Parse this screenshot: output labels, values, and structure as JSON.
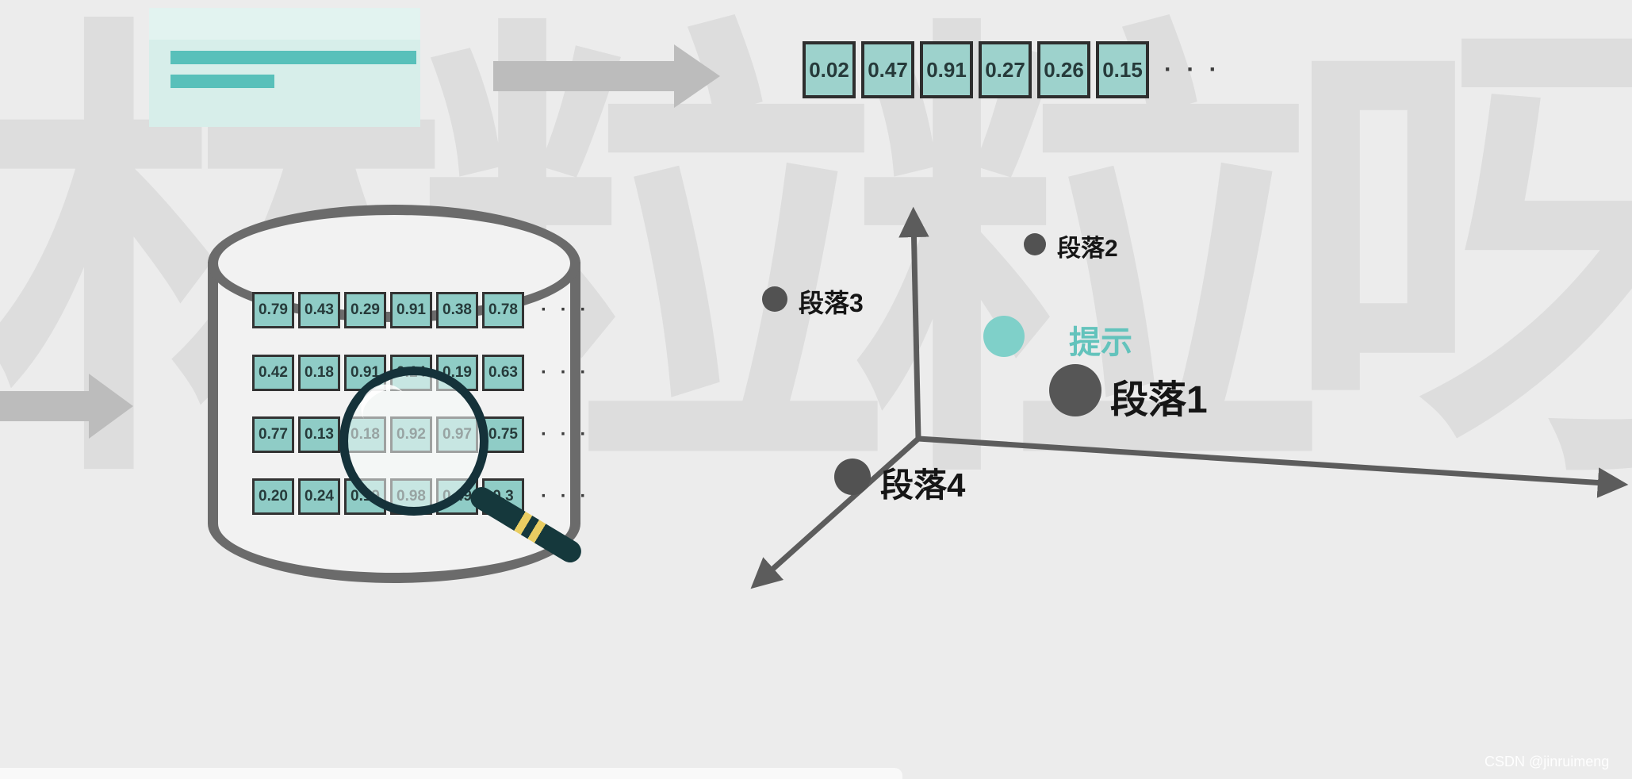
{
  "watermark": {
    "text": "林粒粒呀"
  },
  "credit": {
    "text": "CSDN @jinruimeng"
  },
  "top_vector": {
    "values": [
      "0.02",
      "0.47",
      "0.91",
      "0.27",
      "0.26",
      "0.15"
    ],
    "ellipsis": "· · ·"
  },
  "database": {
    "ellipsis": "· · ·",
    "rows": [
      {
        "values": [
          "0.79",
          "0.43",
          "0.29",
          "0.91",
          "0.38",
          "0.78"
        ]
      },
      {
        "values": [
          "0.42",
          "0.18",
          "0.91",
          "0.14",
          "0.19",
          "0.63"
        ]
      },
      {
        "values": [
          "0.77",
          "0.13",
          "0.18",
          "0.92",
          "0.97",
          "0.75"
        ]
      },
      {
        "values": [
          "0.20",
          "0.24",
          "0.19",
          "0.98",
          "0.49",
          "0.3"
        ]
      }
    ]
  },
  "scatter": {
    "points": [
      {
        "label": "段落2",
        "dot_color": "#525252",
        "size": "small"
      },
      {
        "label": "段落3",
        "dot_color": "#525252",
        "size": "small"
      },
      {
        "label": "提示",
        "dot_color": "#7fd0c9",
        "label_color": "#63c3bc",
        "size": "medium"
      },
      {
        "label": "段落1",
        "dot_color": "#565656",
        "size": "large"
      },
      {
        "label": "段落4",
        "dot_color": "#525252",
        "size": "medium"
      }
    ]
  },
  "colors": {
    "background": "#ececec",
    "accent_teal": "#58c0ba",
    "cell_teal": "#8fccc6",
    "highlight_dot_teal": "#7fd0c9",
    "arrow_gray": "#bcbcbc",
    "axis_gray": "#5c5c5c",
    "magnifier_rim": "#15323a",
    "handle_stripe_gold": "#e9cd62"
  }
}
